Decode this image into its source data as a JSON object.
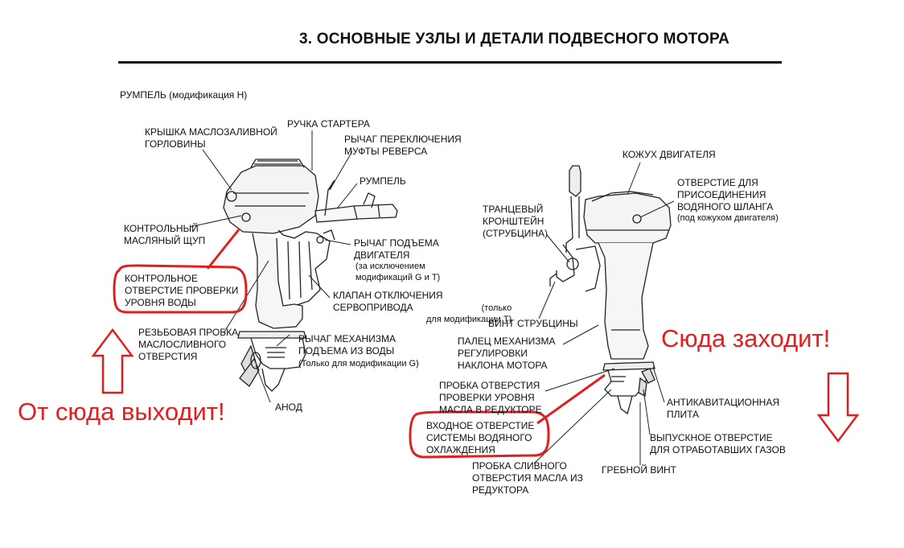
{
  "header": {
    "title": "3. ОСНОВНЫЕ УЗЛЫ И ДЕТАЛИ ПОДВЕСНОГО МОТОРА"
  },
  "subtitle": "РУМПЕЛЬ (модификация H)",
  "left_motor": {
    "labels": {
      "oil_cap": "КРЫШКА МАСЛОЗАЛИВНОЙ\nГОРЛОВИНЫ",
      "starter_handle": "РУЧКА СТАРТЕРА",
      "reverse_lever": "РЫЧАГ ПЕРЕКЛЮЧЕНИЯ\nМУФТЫ РЕВЕРСА",
      "tiller": "РУМПЕЛЬ",
      "dipstick": "КОНТРОЛЬНЫЙ\nМАСЛЯНЫЙ ЩУП",
      "lift_lever": "РЫЧАГ ПОДЪЕМА\nДВИГАТЕЛЯ",
      "lift_lever_note": "(за исключением\nмодификаций G и T)",
      "water_check_hole": "КОНТРОЛЬНОЕ\nОТВЕРСТИЕ ПРОВЕРКИ\nУРОВНЯ ВОДЫ",
      "servo_valve": "КЛАПАН ОТКЛЮЧЕНИЯ\nСЕРВОПРИВОДА",
      "servo_valve_note": "(только\nдля модификации T)",
      "drain_plug": "РЕЗЬБОВАЯ ПРОБКА\nМАСЛОСЛИВНОГО\nОТВЕРСТИЯ",
      "water_lift_lever": "РЫЧАГ МЕХАНИЗМА\nПОДЪЕМА ИЗ ВОДЫ",
      "water_lift_note": "(Только для модификации G)",
      "anode": "АНОД"
    }
  },
  "right_motor": {
    "labels": {
      "engine_cover": "КОЖУХ ДВИГАТЕЛЯ",
      "hose_hole": "ОТВЕРСТИЕ ДЛЯ\nПРИСОЕДИНЕНИЯ\nВОДЯНОГО ШЛАНГА",
      "hose_hole_note": "(под кожухом двигателя)",
      "transom_bracket": "ТРАНЦЕВЫЙ\nКРОНШТЕЙН\n(СТРУБЦИНА)",
      "clamp_screw": "ВИНТ СТРУБЦИНЫ",
      "tilt_pin": "ПАЛЕЦ МЕХАНИЗМА\nРЕГУЛИРОВКИ\nНАКЛОНА МОТОРА",
      "gear_oil_level_plug": "ПРОБКА ОТВЕРСТИЯ\nПРОВЕРКИ УРОВНЯ\nМАСЛА В РЕДУКТОРЕ",
      "cooling_inlet": "ВХОДНОЕ ОТВЕРСТИЕ\nСИСТЕМЫ ВОДЯНОГО\nОХЛАЖДЕНИЯ",
      "gear_drain_plug": "ПРОБКА СЛИВНОГО\nОТВЕРСТИЯ МАСЛА ИЗ\nРЕДУКТОРА",
      "anticavitation_plate": "АНТИКАВИТАЦИОННАЯ\nПЛИТА",
      "exhaust_outlet": "ВЫПУСКНОЕ ОТВЕРСТИЕ\nДЛЯ ОТРАБОТАВШИХ ГАЗОВ",
      "propeller": "ГРЕБНОЙ ВИНТ"
    }
  },
  "annotations": {
    "outlet_text": "От сюда выходит!",
    "inlet_text": "Сюда заходит!",
    "color": "#e02020"
  }
}
